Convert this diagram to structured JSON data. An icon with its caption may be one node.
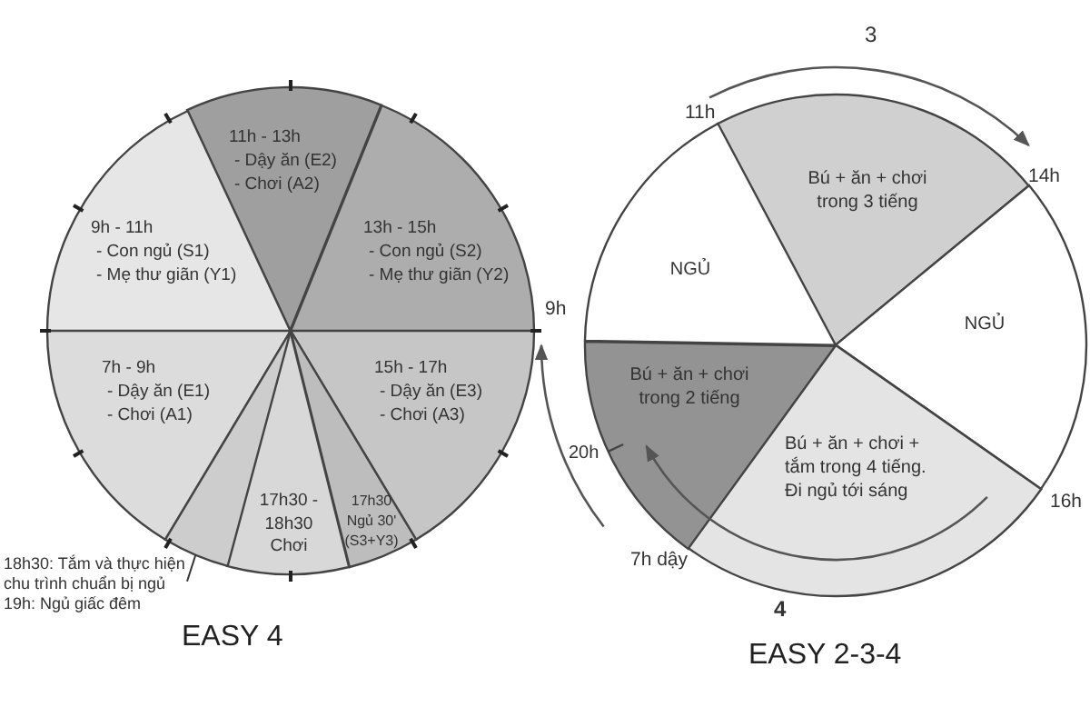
{
  "diagram": {
    "nodes": [
      {
        "text": [
          "11h - 13h",
          "- Dậy ăn (E2)",
          "- Chơi (A2)"
        ]
      },
      {
        "text": [
          "9h - 11h",
          "- Con ngủ (S1)",
          "- Mẹ thư giãn (Y1)"
        ]
      },
      {
        "text": [
          "13h - 15h",
          "- Con ngủ (S2)",
          "- Mẹ thư giãn (Y2)"
        ]
      },
      {
        "text": [
          "7h - 9h",
          "- Dậy ăn (E1)",
          "- Chơi (A1)"
        ]
      },
      {
        "text": [
          "15h - 17h",
          "- Dậy ăn (E3)",
          "- Chơi (A3)"
        ]
      },
      {
        "text": [
          "17h30 - 18h30 Chơi"
        ]
      },
      {
        "text": [
          "17h30 Ngủ 30' (S3+Y3)"
        ]
      },
      {
        "text": [],
        "shape": "wedge"
      },
      {
        "text": [
          "18h30: Tắm và thực hiện chu trình chuẩn bị ngủ",
          "19h: Ngủ giấc đêm"
        ]
      },
      {
        "text": [
          "Bú + ăn + chơi trong 3 tiếng"
        ]
      },
      {
        "text": [
          "NGỦ"
        ]
      },
      {
        "text": [
          "NGỦ"
        ]
      },
      {
        "text": [
          "Bú + ăn + chơi trong 2 tiếng"
        ]
      },
      {
        "text": [
          "Bú + ăn + chơi + tắm trong 4 tiếng. Đi ngủ tới sáng"
        ]
      }
    ],
    "edges": [
      {
        "from": 8,
        "to": 7,
        "arrow": "none"
      },
      {
        "from": 13,
        "to": 12,
        "arrow": "to"
      }
    ],
    "labels": [
      "3",
      "11h",
      "14h",
      "9h",
      "20h",
      "16h",
      "7h dậy",
      "4",
      "EASY 4",
      "EASY 2-3-4"
    ]
  }
}
